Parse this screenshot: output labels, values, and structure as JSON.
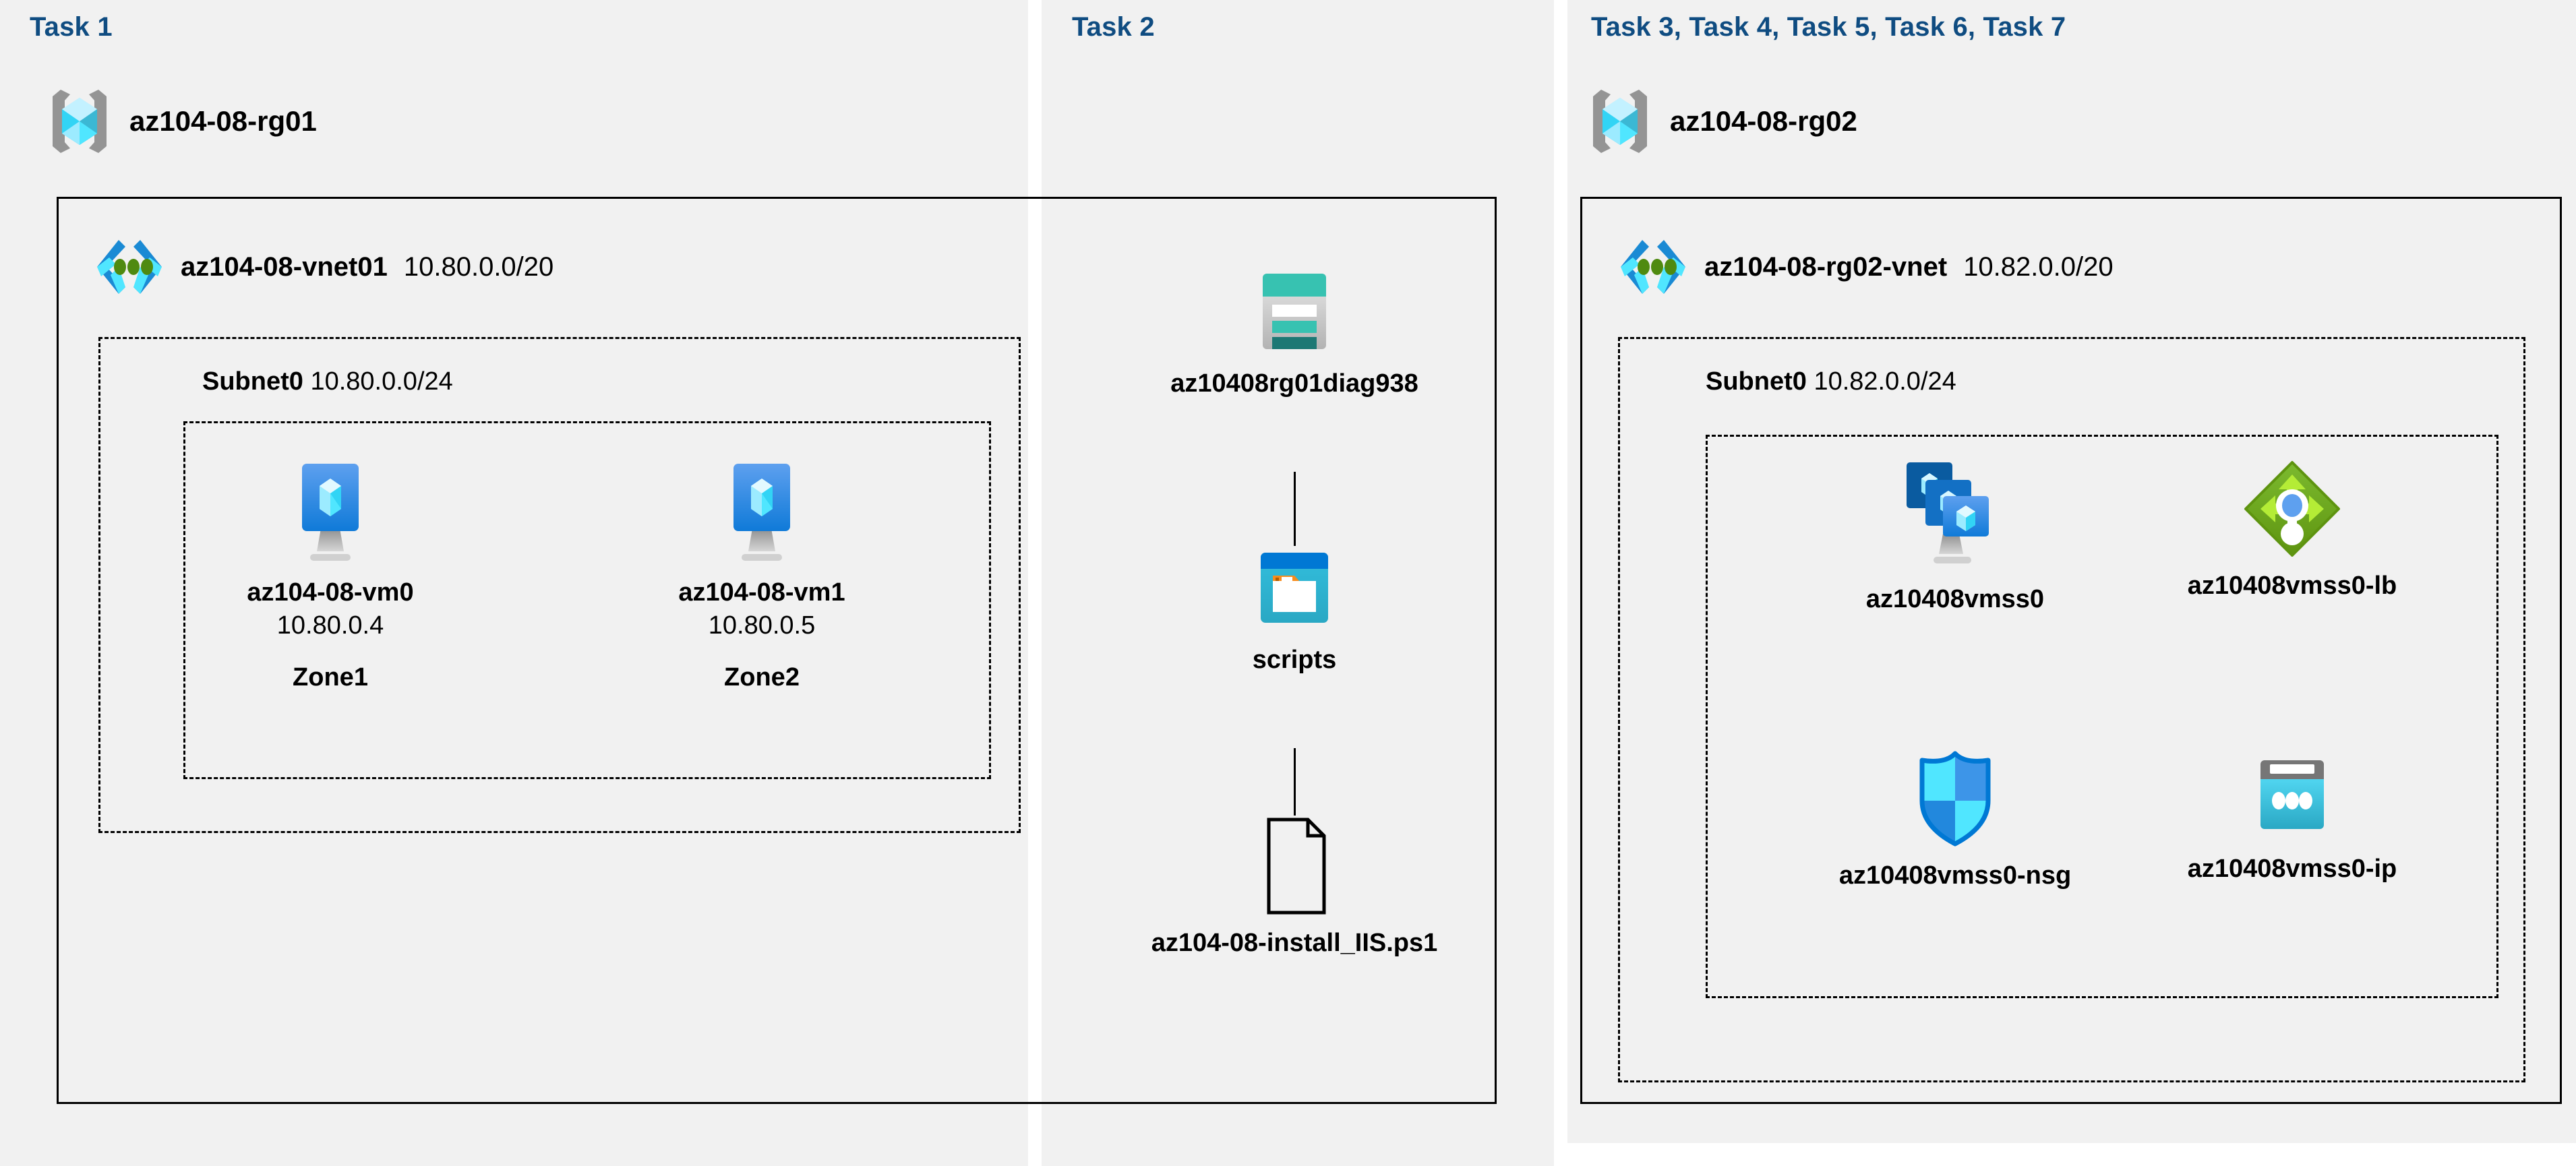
{
  "panels": [
    {
      "id": "task1",
      "label": "Task 1"
    },
    {
      "id": "task2",
      "label": "Task 2"
    },
    {
      "id": "task37",
      "label": "Task 3, Task 4, Task 5, Task 6, Task 7"
    }
  ],
  "colors": {
    "task_label": "#0f4c81",
    "panel_bg": "#f1f1f1",
    "page_bg": "#ffffff",
    "border": "#000000",
    "azure_cube_light": "#86e0fb",
    "azure_cube_mid": "#32d4f5",
    "azure_cube_dark": "#3bb8d4",
    "rg_bracket_gray": "#949494",
    "vnet_blue_dark": "#1a8ad4",
    "vnet_blue_light": "#50e6ff",
    "vnet_dot_green": "#4f8a10",
    "vm_screen_top": "#5ea0ef",
    "vm_screen_bottom": "#0f7ad8",
    "vm_stand_gray": "#a3a3a3",
    "storage_teal": "#37c2b1",
    "storage_teal_dark": "#1d7874",
    "storage_gray": "#c8c8c8",
    "fileshare_header": "#0078d4",
    "fileshare_body": "#32bedd",
    "folder_tab_orange": "#f78d1e",
    "lb_green_diamond": "#6aa81e",
    "lb_arrow_green": "#b4ec36",
    "lb_center_blue": "#5ea0ef",
    "nsg_shield_outline": "#0078d4",
    "nsg_quad_cyan": "#50e6ff",
    "nsg_quad_blue": "#3d95e8",
    "ip_header_gray": "#767676",
    "ip_body_cyan": "#32bedd"
  },
  "task1": {
    "resource_group": {
      "name": "az104-08-rg01",
      "icon": "resource-group-icon"
    },
    "vnet": {
      "name": "az104-08-vnet01",
      "cidr": "10.80.0.0/20",
      "icon": "virtual-network-icon"
    },
    "subnet": {
      "name": "Subnet0",
      "cidr": "10.80.0.0/24"
    },
    "vms": [
      {
        "name": "az104-08-vm0",
        "ip": "10.80.0.4",
        "zone": "Zone1",
        "icon": "virtual-machine-icon"
      },
      {
        "name": "az104-08-vm1",
        "ip": "10.80.0.5",
        "zone": "Zone2",
        "icon": "virtual-machine-icon"
      }
    ]
  },
  "task2": {
    "storage_account": {
      "name": "az10408rg01diag938",
      "icon": "storage-account-icon"
    },
    "file_share": {
      "name": "scripts",
      "icon": "file-share-icon"
    },
    "script_file": {
      "name": "az104-08-install_IIS.ps1",
      "icon": "document-icon"
    }
  },
  "task37": {
    "resource_group": {
      "name": "az104-08-rg02",
      "icon": "resource-group-icon"
    },
    "vnet": {
      "name": "az104-08-rg02-vnet",
      "cidr": "10.82.0.0/20",
      "icon": "virtual-network-icon"
    },
    "subnet": {
      "name": "Subnet0",
      "cidr": "10.82.0.0/24"
    },
    "resources": [
      {
        "name": "az10408vmss0",
        "icon": "vm-scale-set-icon"
      },
      {
        "name": "az10408vmss0-lb",
        "icon": "load-balancer-icon"
      },
      {
        "name": "az10408vmss0-nsg",
        "icon": "network-security-group-icon"
      },
      {
        "name": "az10408vmss0-ip",
        "icon": "public-ip-address-icon"
      }
    ]
  }
}
